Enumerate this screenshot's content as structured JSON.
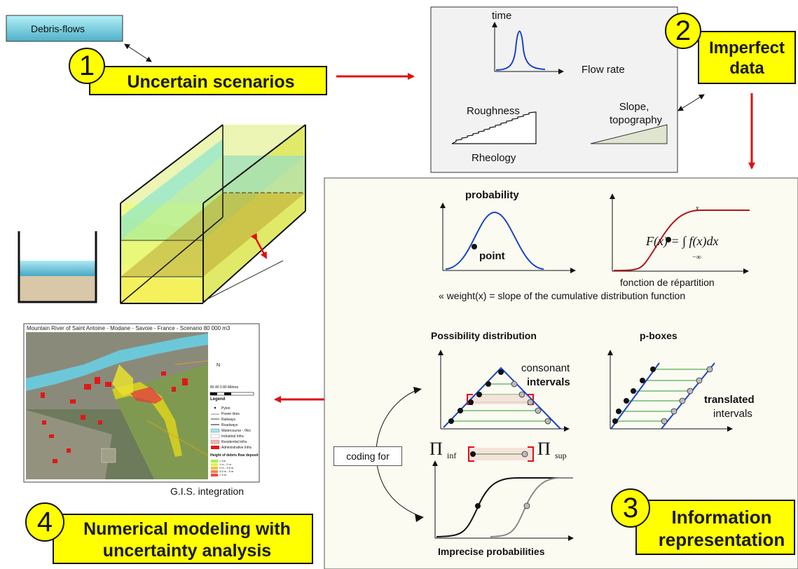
{
  "debris_box": "Debris-flows",
  "step1": {
    "number": "1",
    "title": "Uncertain scenarios"
  },
  "step2": {
    "number": "2",
    "title_line1": "Imperfect",
    "title_line2": "data"
  },
  "step3": {
    "number": "3",
    "title_line1": "Information",
    "title_line2": "representation"
  },
  "step4": {
    "number": "4",
    "title_line1": "Numerical modeling with",
    "title_line2": "uncertainty analysis"
  },
  "data_panel": {
    "time": "time",
    "flow_rate": "Flow rate",
    "roughness": "Roughness",
    "rheology": "Rheology",
    "slope_line1": "Slope,",
    "slope_line2": "topography"
  },
  "info_panel": {
    "probability": "probability",
    "point": "point",
    "cdf_formula": "F(x) = ∫ f(x)dx",
    "cdf_upper": "x",
    "cdf_lower": "−∞",
    "fonction": "fonction de répartition",
    "weight_note": "« weight(x) = slope of the cumulative distribution function",
    "possibility": "Possibility distribution",
    "pboxes": "p-boxes",
    "consonant": "consonant",
    "intervals": "intervals",
    "translated": "translated",
    "translated_intervals": "intervals",
    "coding_for": "coding for",
    "pi": "Π",
    "inf": "inf",
    "sup": "sup",
    "imprecise": "Imprecise probabilities"
  },
  "gis": {
    "map_title": "Mountain River of Saint Antoine - Modane - Savoie - France - Scenario 80 000 m3",
    "caption": "G.I.S. integration",
    "north": "N",
    "scale": "80   40    0              80 Mètres",
    "legend_title": "Legend",
    "legend_items": [
      "Pylon",
      "Power lines",
      "Railways",
      "Roadways",
      "Watercourse - l'Arc",
      "Industrial Infra",
      "Residential Infra",
      "Administrative Infra"
    ],
    "deposit_title": "Height of debris flow deposit",
    "deposit_items": [
      "< 1m",
      "1 m - 2 m",
      "2 m - 3.5 m",
      "3.5 m - 5 m",
      "> 5 m"
    ]
  },
  "colors": {
    "yellow": "#ffff00",
    "red_arrow": "#e01010",
    "blue_curve": "#1a44c8",
    "cdf_red": "#b01818"
  }
}
